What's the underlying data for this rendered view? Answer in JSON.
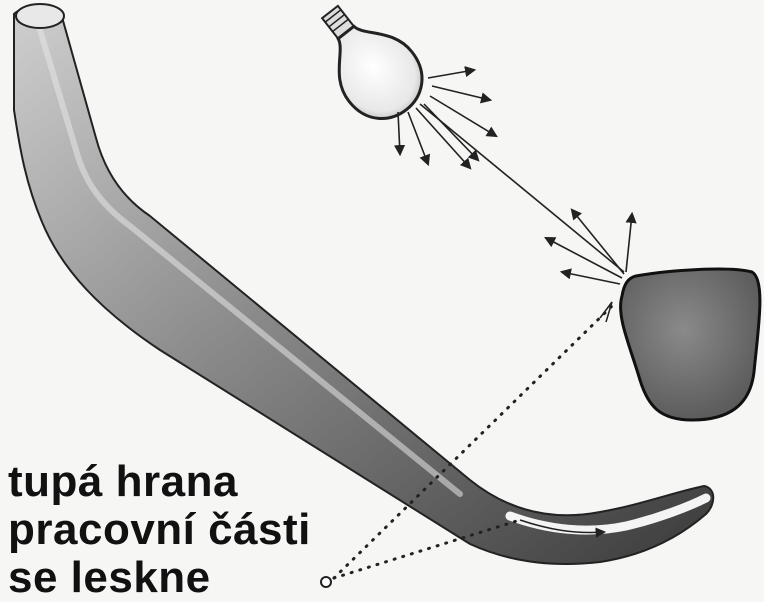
{
  "caption": {
    "lines": [
      "tupá hrana",
      "pracovní části",
      "se leskne"
    ]
  },
  "colors": {
    "instrument_dark": "#2a2a2a",
    "instrument_mid": "#7a7a7a",
    "instrument_light": "#d8d8d8",
    "tooth_fill": "#6e6e6e",
    "background": "#f6f6f4",
    "ink": "#111111"
  },
  "icons": {
    "light_source": "light-bulb-icon"
  }
}
